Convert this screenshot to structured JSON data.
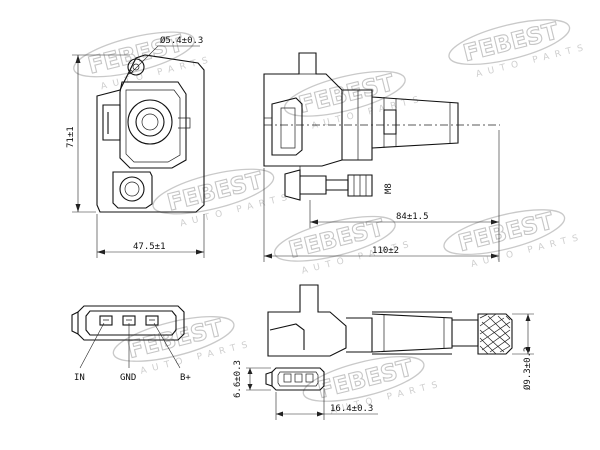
{
  "watermark": {
    "brand": "FEBEST",
    "sub": "AUTO PARTS"
  },
  "dimensions": {
    "hole_diameter": "Ø5.4±0.3",
    "height": "71±1",
    "width_front": "47.5±1",
    "length_body": "84±1.5",
    "length_total": "110±2",
    "thread": "M8",
    "connector_height": "6.6±0.3",
    "connector_width": "16.4±0.3",
    "cable_diameter": "Ø9.3±0.3"
  },
  "pins": {
    "in": "IN",
    "gnd": "GND",
    "bplus": "B+"
  }
}
